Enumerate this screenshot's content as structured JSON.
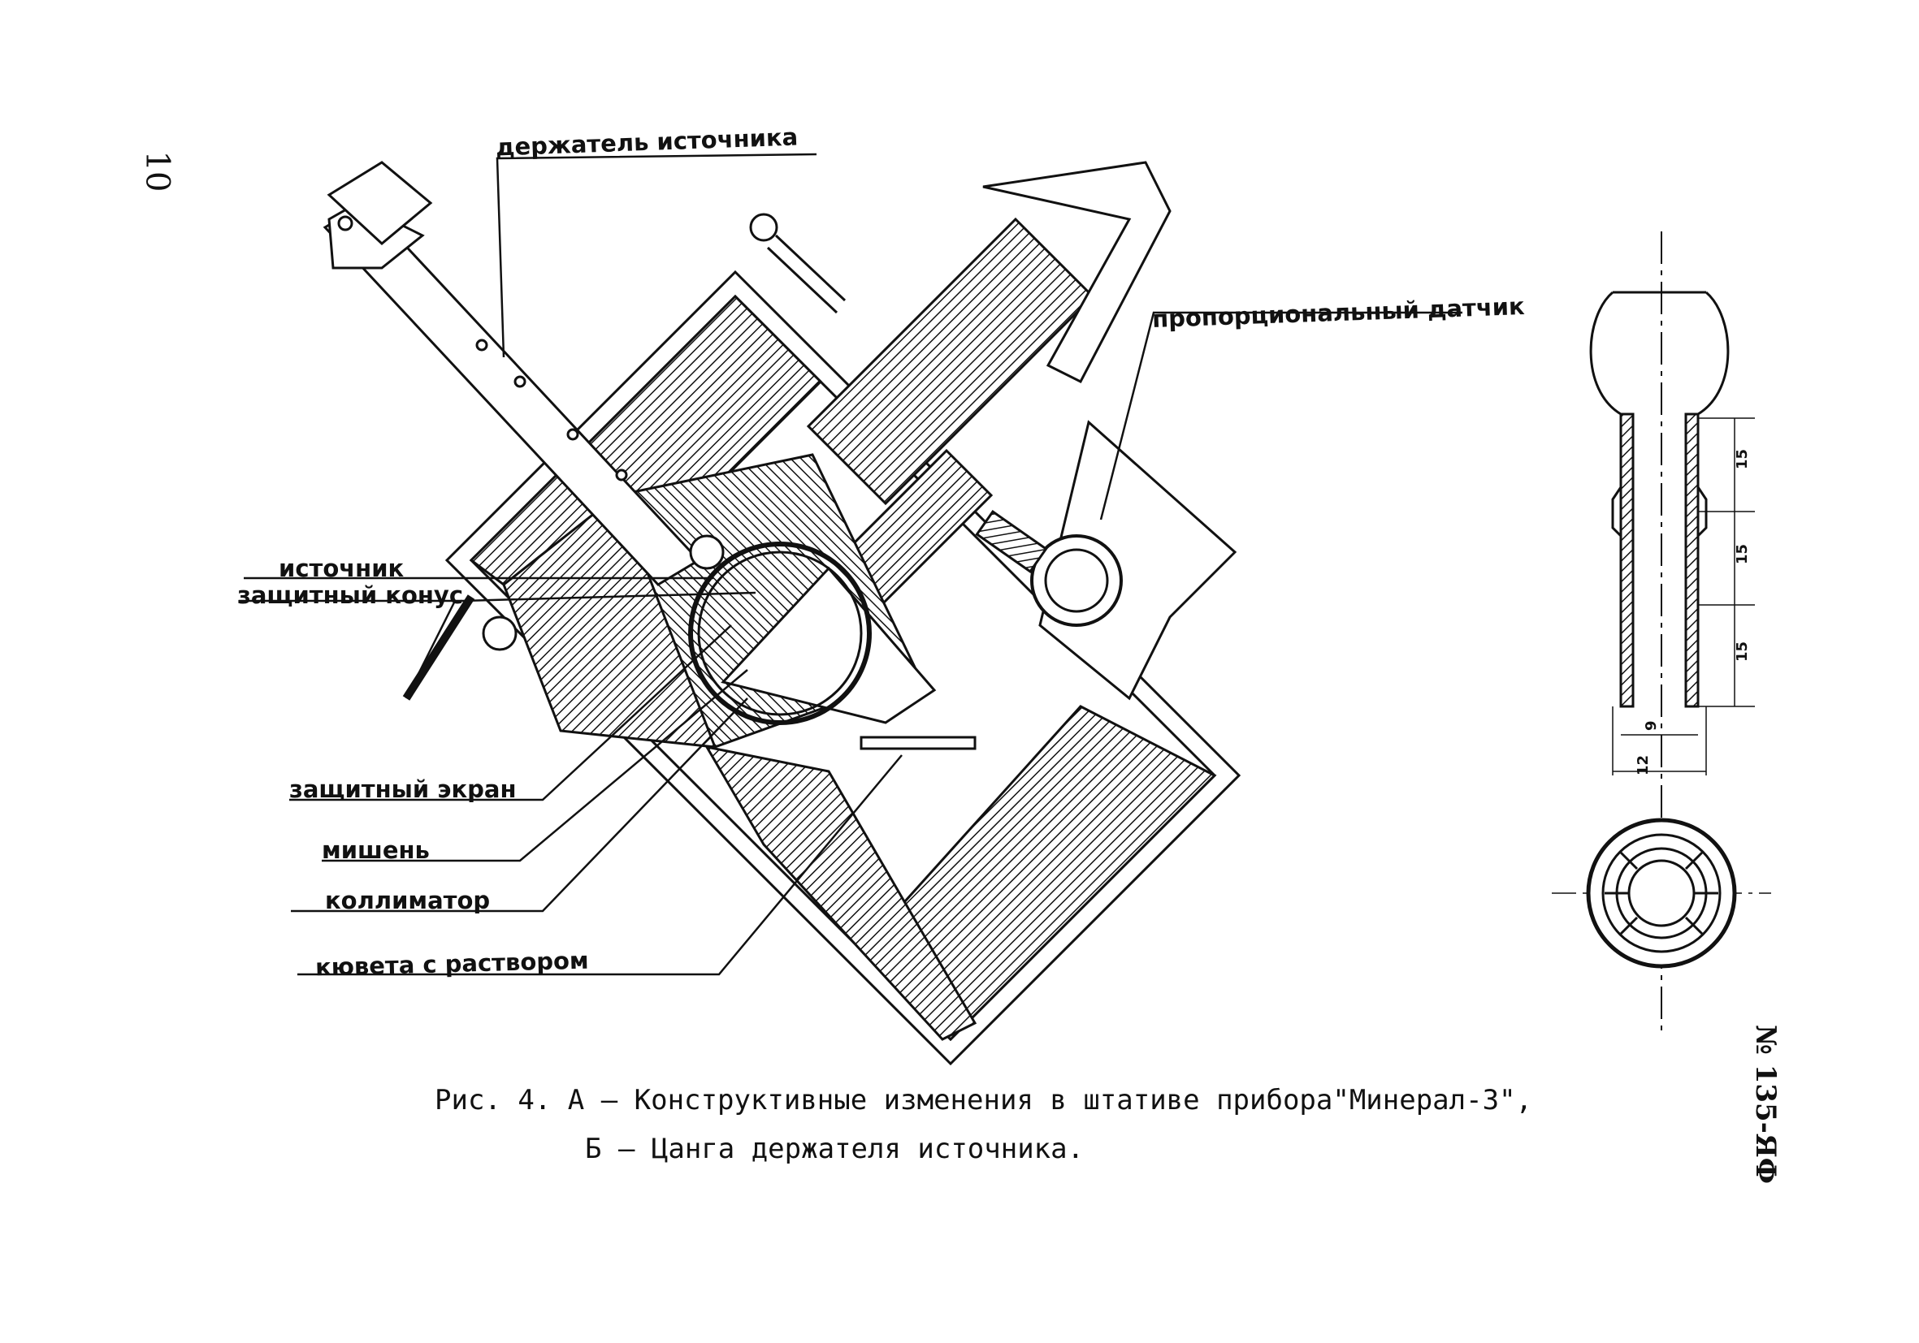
{
  "page_number": "10",
  "doc_code": "№ 135-ЯФ",
  "labels": {
    "holder": "держатель источника",
    "sensor": "пропорциональный датчик",
    "source": "источник",
    "cone": "защитный конус",
    "screen": "защитный экран",
    "target": "мишень",
    "collimator": "коллиматор",
    "cuvette": "кювета с раствором"
  },
  "dimensions": {
    "d1": "15",
    "d2": "15",
    "d3": "15",
    "w1": "9",
    "w2": "12"
  },
  "caption": {
    "line1": "Рис. 4.  А – Конструктивные изменения в штативе прибора\"Минерал-3\",",
    "line2": "Б – Цанга держателя источника."
  }
}
